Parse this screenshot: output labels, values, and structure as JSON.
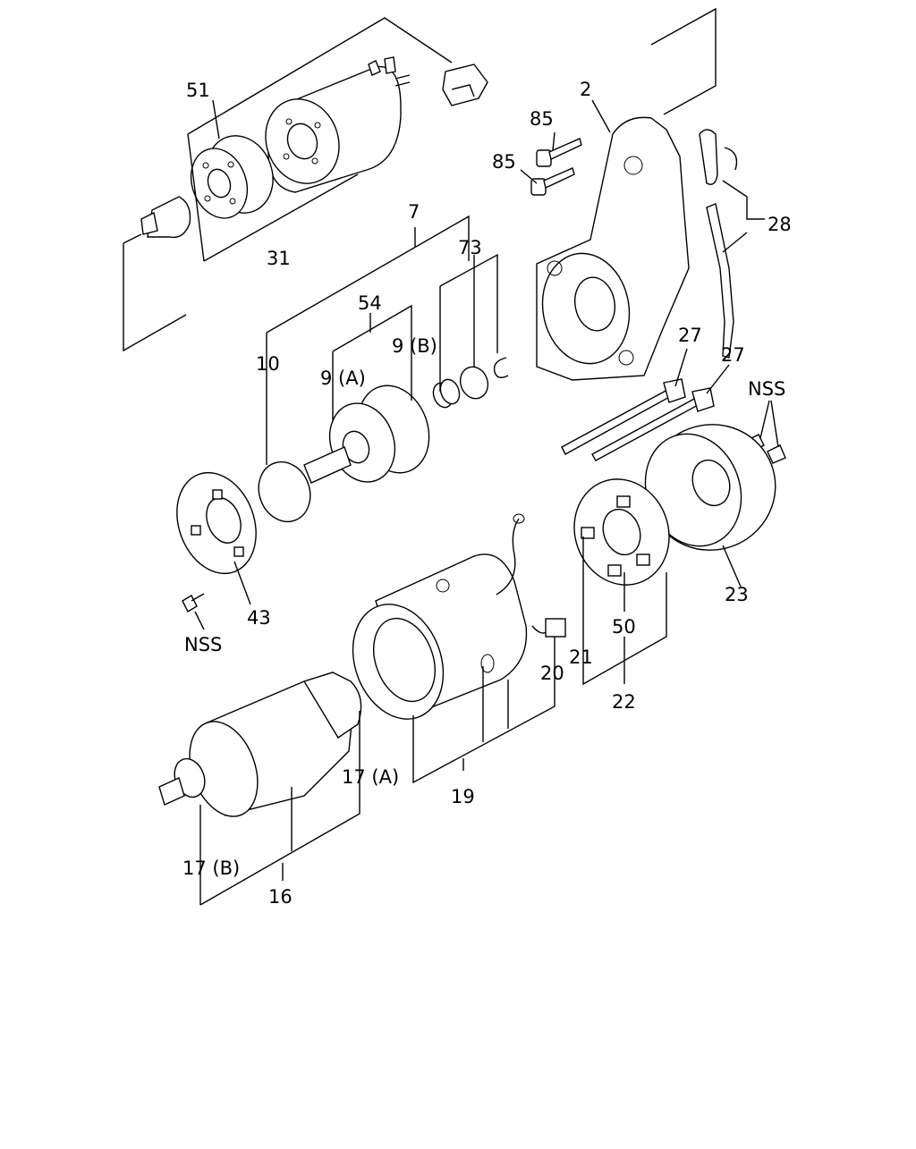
{
  "labels": {
    "l51": "51",
    "l31": "31",
    "l7": "7",
    "l73": "73",
    "l54": "54",
    "l9b": "9 (B)",
    "l9a": "9 (A)",
    "l10": "10",
    "l2": "2",
    "l85a": "85",
    "l85b": "85",
    "l28": "28",
    "l27a": "27",
    "l27b": "27",
    "nss_right": "NSS",
    "l23": "23",
    "l43": "43",
    "nss_left": "NSS",
    "l50": "50",
    "l21": "21",
    "l22": "22",
    "l20": "20",
    "l19": "19",
    "l17a": "17 (A)",
    "l17b": "17 (B)",
    "l16": "16"
  }
}
